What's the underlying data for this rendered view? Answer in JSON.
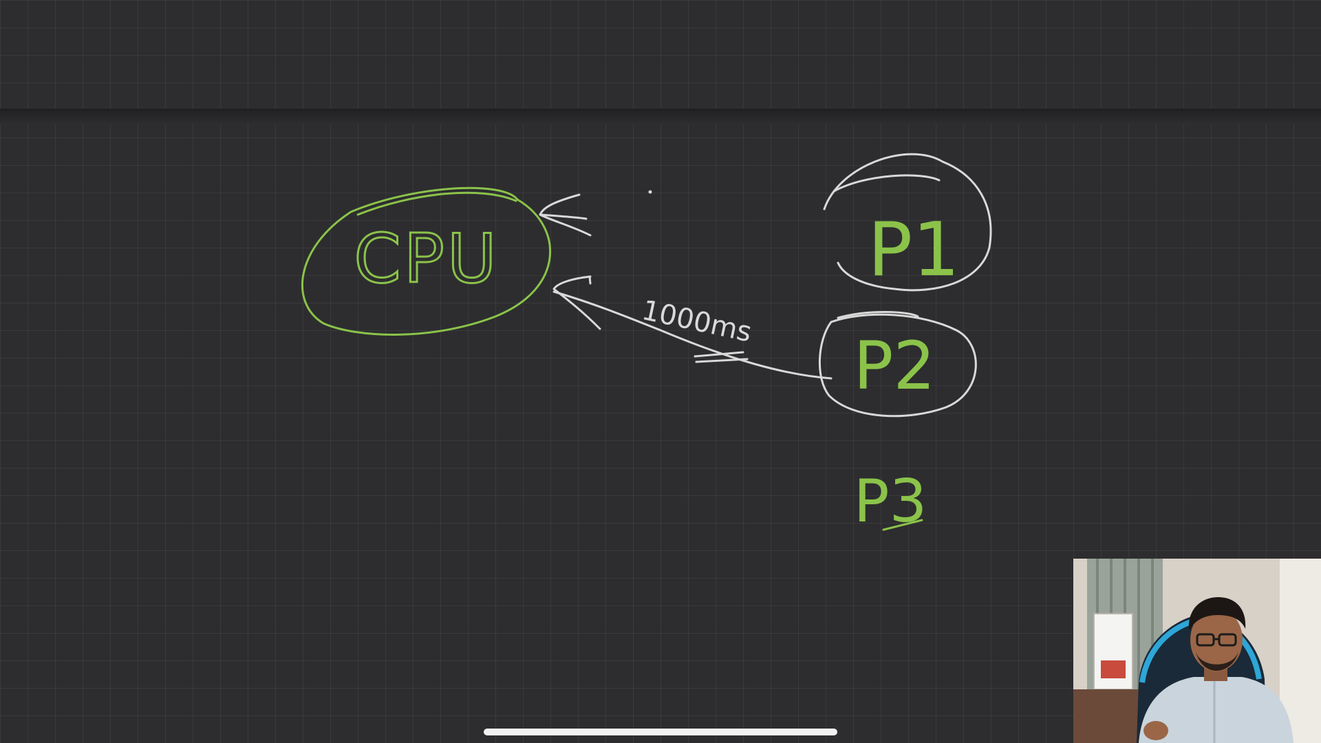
{
  "canvas": {
    "background": "#2d2d2f",
    "grid_color": "rgba(255,255,255,0.06)"
  },
  "colors": {
    "green_ink": "#8bc34a",
    "white_ink": "#d9d9d9"
  },
  "labels": {
    "cpu": "CPU",
    "p1": "P1",
    "p2": "P2",
    "p3": "P3",
    "time_slice": "1000ms"
  },
  "webcam": {
    "icon": "presenter-video"
  }
}
